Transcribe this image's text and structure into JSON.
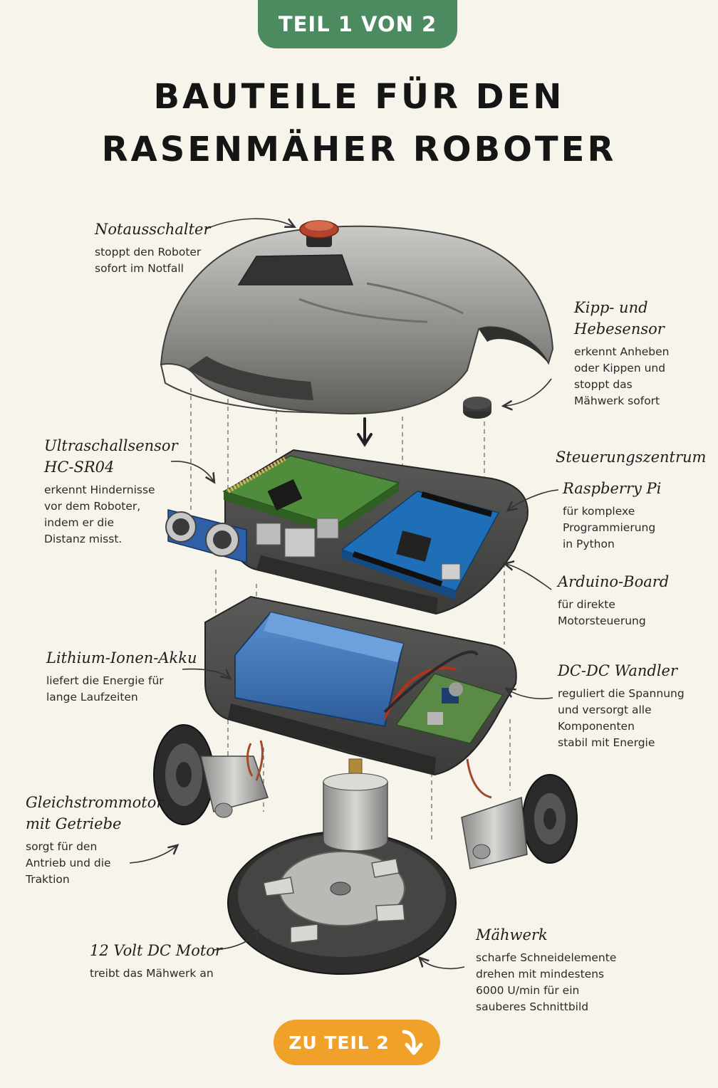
{
  "header": {
    "tab_label": "TEIL 1 VON 2",
    "title_line1": "BAUTEILE FÜR DEN",
    "title_line2": "RASENMÄHER ROBOTER"
  },
  "labels": {
    "notaus": {
      "title": "Notausschalter",
      "desc": [
        "stoppt den Roboter",
        "sofort im Notfall"
      ]
    },
    "kipp": {
      "title": [
        "Kipp- und",
        "Hebesensor"
      ],
      "desc": [
        "erkennt Anheben",
        "oder Kippen und",
        "stoppt das",
        "Mähwerk sofort"
      ]
    },
    "ultra": {
      "title": [
        "Ultraschallsensor",
        "HC-SR04"
      ],
      "desc": [
        "erkennt Hindernisse",
        "vor dem Roboter,",
        "indem er die",
        "Distanz misst."
      ]
    },
    "steuer": {
      "title": "Steuerungszentrum"
    },
    "raspi": {
      "title": "Raspberry Pi",
      "desc": [
        "für komplexe",
        "Programmierung",
        "in Python"
      ]
    },
    "arduino": {
      "title": "Arduino-Board",
      "desc": [
        "für direkte",
        "Motorsteuerung"
      ]
    },
    "akku": {
      "title": "Lithium-Ionen-Akku",
      "desc": [
        "liefert die Energie für",
        "lange Laufzeiten"
      ]
    },
    "dcdc": {
      "title": "DC-DC Wandler",
      "desc": [
        "reguliert die Spannung",
        "und versorgt alle",
        "Komponenten",
        "stabil mit Energie"
      ]
    },
    "gleich": {
      "title": [
        "Gleichstrommotor",
        "mit Getriebe"
      ],
      "desc": [
        "sorgt für den",
        "Antrieb und die",
        "Traktion"
      ]
    },
    "motor12": {
      "title": "12 Volt DC Motor",
      "desc": [
        "treibt das Mähwerk an"
      ]
    },
    "maehwerk": {
      "title": "Mähwerk",
      "desc": [
        "scharfe Schneidelemente",
        "drehen mit mindestens",
        "6000 U/min für ein",
        "sauberes Schnittbild"
      ]
    }
  },
  "cta": {
    "label": "ZU TEIL 2"
  },
  "colors": {
    "tab": "#4c8a5f",
    "cta": "#f0a12a",
    "background": "#f7f4ec"
  }
}
